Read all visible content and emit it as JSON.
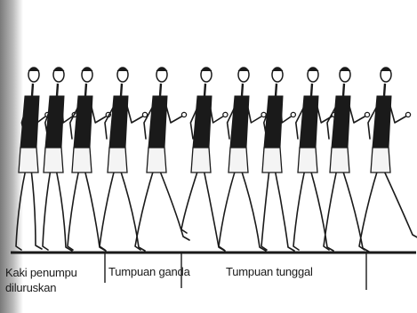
{
  "captions": {
    "kaki_line1": "Kaki penumpu",
    "kaki_line2": "diluruskan",
    "tumpuan_ganda": "Tumpuan ganda",
    "tumpuan_tunggal": "Tumpuan tunggal"
  },
  "colors": {
    "ink": "#1a1a1a",
    "shorts": "#f4f4f4",
    "paper": "#ffffff"
  },
  "figures": [
    {
      "name": "walker-1"
    },
    {
      "name": "walker-2"
    },
    {
      "name": "walker-3"
    },
    {
      "name": "walker-4"
    },
    {
      "name": "walker-5"
    },
    {
      "name": "walker-6"
    },
    {
      "name": "walker-7"
    },
    {
      "name": "walker-8"
    },
    {
      "name": "walker-9"
    },
    {
      "name": "walker-10"
    },
    {
      "name": "walker-11"
    }
  ]
}
